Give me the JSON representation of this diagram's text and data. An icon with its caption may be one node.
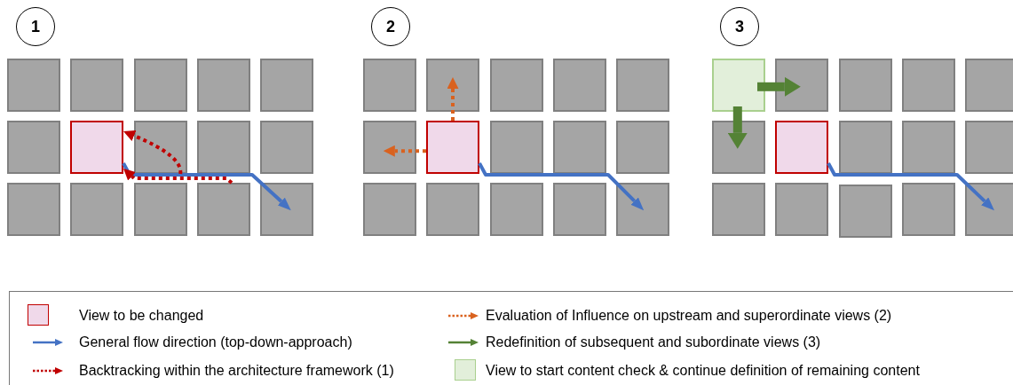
{
  "diagram": {
    "nodes": [
      {
        "text": [
          "1"
        ]
      },
      {
        "text": [],
        "shape": "box"
      },
      {
        "text": [],
        "shape": "box"
      },
      {
        "text": [],
        "shape": "box"
      },
      {
        "text": [],
        "shape": "box"
      },
      {
        "text": [],
        "shape": "box"
      },
      {
        "text": [],
        "shape": "box"
      },
      {
        "text": [],
        "shape": "box"
      },
      {
        "text": [],
        "shape": "box"
      },
      {
        "text": [],
        "shape": "box"
      },
      {
        "text": [],
        "shape": "box"
      },
      {
        "text": [],
        "shape": "box"
      },
      {
        "text": [],
        "shape": "box"
      },
      {
        "text": [],
        "shape": "box"
      },
      {
        "text": [],
        "shape": "box"
      },
      {
        "text": [],
        "shape": "box"
      },
      {
        "text": [
          "2"
        ]
      },
      {
        "text": [],
        "shape": "box"
      },
      {
        "text": [],
        "shape": "box"
      },
      {
        "text": [],
        "shape": "box"
      },
      {
        "text": [],
        "shape": "box"
      },
      {
        "text": [],
        "shape": "box"
      },
      {
        "text": [],
        "shape": "box"
      },
      {
        "text": [],
        "shape": "box"
      },
      {
        "text": [],
        "shape": "box"
      },
      {
        "text": [],
        "shape": "box"
      },
      {
        "text": [],
        "shape": "box"
      },
      {
        "text": [],
        "shape": "box"
      },
      {
        "text": [],
        "shape": "box"
      },
      {
        "text": [],
        "shape": "box"
      },
      {
        "text": [],
        "shape": "box"
      },
      {
        "text": [],
        "shape": "box"
      },
      {
        "text": [
          "3"
        ]
      },
      {
        "text": [],
        "shape": "box"
      },
      {
        "text": [],
        "shape": "box"
      },
      {
        "text": [],
        "shape": "box"
      },
      {
        "text": [],
        "shape": "box"
      },
      {
        "text": [],
        "shape": "box"
      },
      {
        "text": [],
        "shape": "box"
      },
      {
        "text": [],
        "shape": "box"
      },
      {
        "text": [],
        "shape": "box"
      },
      {
        "text": [],
        "shape": "box"
      },
      {
        "text": [],
        "shape": "box"
      },
      {
        "text": [],
        "shape": "box"
      },
      {
        "text": [],
        "shape": "box"
      },
      {
        "text": [],
        "shape": "box"
      },
      {
        "text": [],
        "shape": "box"
      },
      {
        "text": [],
        "shape": "box"
      }
    ],
    "edges": [
      {
        "from": 7,
        "to": 15,
        "arrow": "to"
      },
      {
        "from": 8,
        "to": 7,
        "arrow": "to",
        "style": "dashed",
        "color": "#c00000"
      },
      {
        "from": 14,
        "to": 7,
        "arrow": "to",
        "style": "dashed",
        "color": "#c00000"
      },
      {
        "from": 23,
        "to": 18,
        "arrow": "to",
        "style": "dashed",
        "color": "#d9621f"
      },
      {
        "from": 23,
        "to": 22,
        "arrow": "to",
        "style": "dashed",
        "color": "#d9621f"
      },
      {
        "from": 23,
        "to": 31,
        "arrow": "to"
      },
      {
        "from": 33,
        "to": 34,
        "arrow": "to",
        "style": "thick",
        "color": "#548235"
      },
      {
        "from": 33,
        "to": 38,
        "arrow": "to",
        "style": "thick",
        "color": "#548235"
      },
      {
        "from": 39,
        "to": 47,
        "arrow": "to"
      }
    ],
    "legend": [
      {
        "text": "View to be changed",
        "color": "#f0d9ea"
      },
      {
        "text": "Evaluation of Influence on upstream and superordinate views (2)"
      },
      {
        "text": "General flow direction (top-down-approach)"
      },
      {
        "text": "Redefinition of subsequent and subordinate views (3)"
      },
      {
        "text": "Backtracking within the architecture framework (1)"
      },
      {
        "text": "View to start content check & continue definition of remaining content",
        "color": "#e2efda"
      }
    ]
  }
}
